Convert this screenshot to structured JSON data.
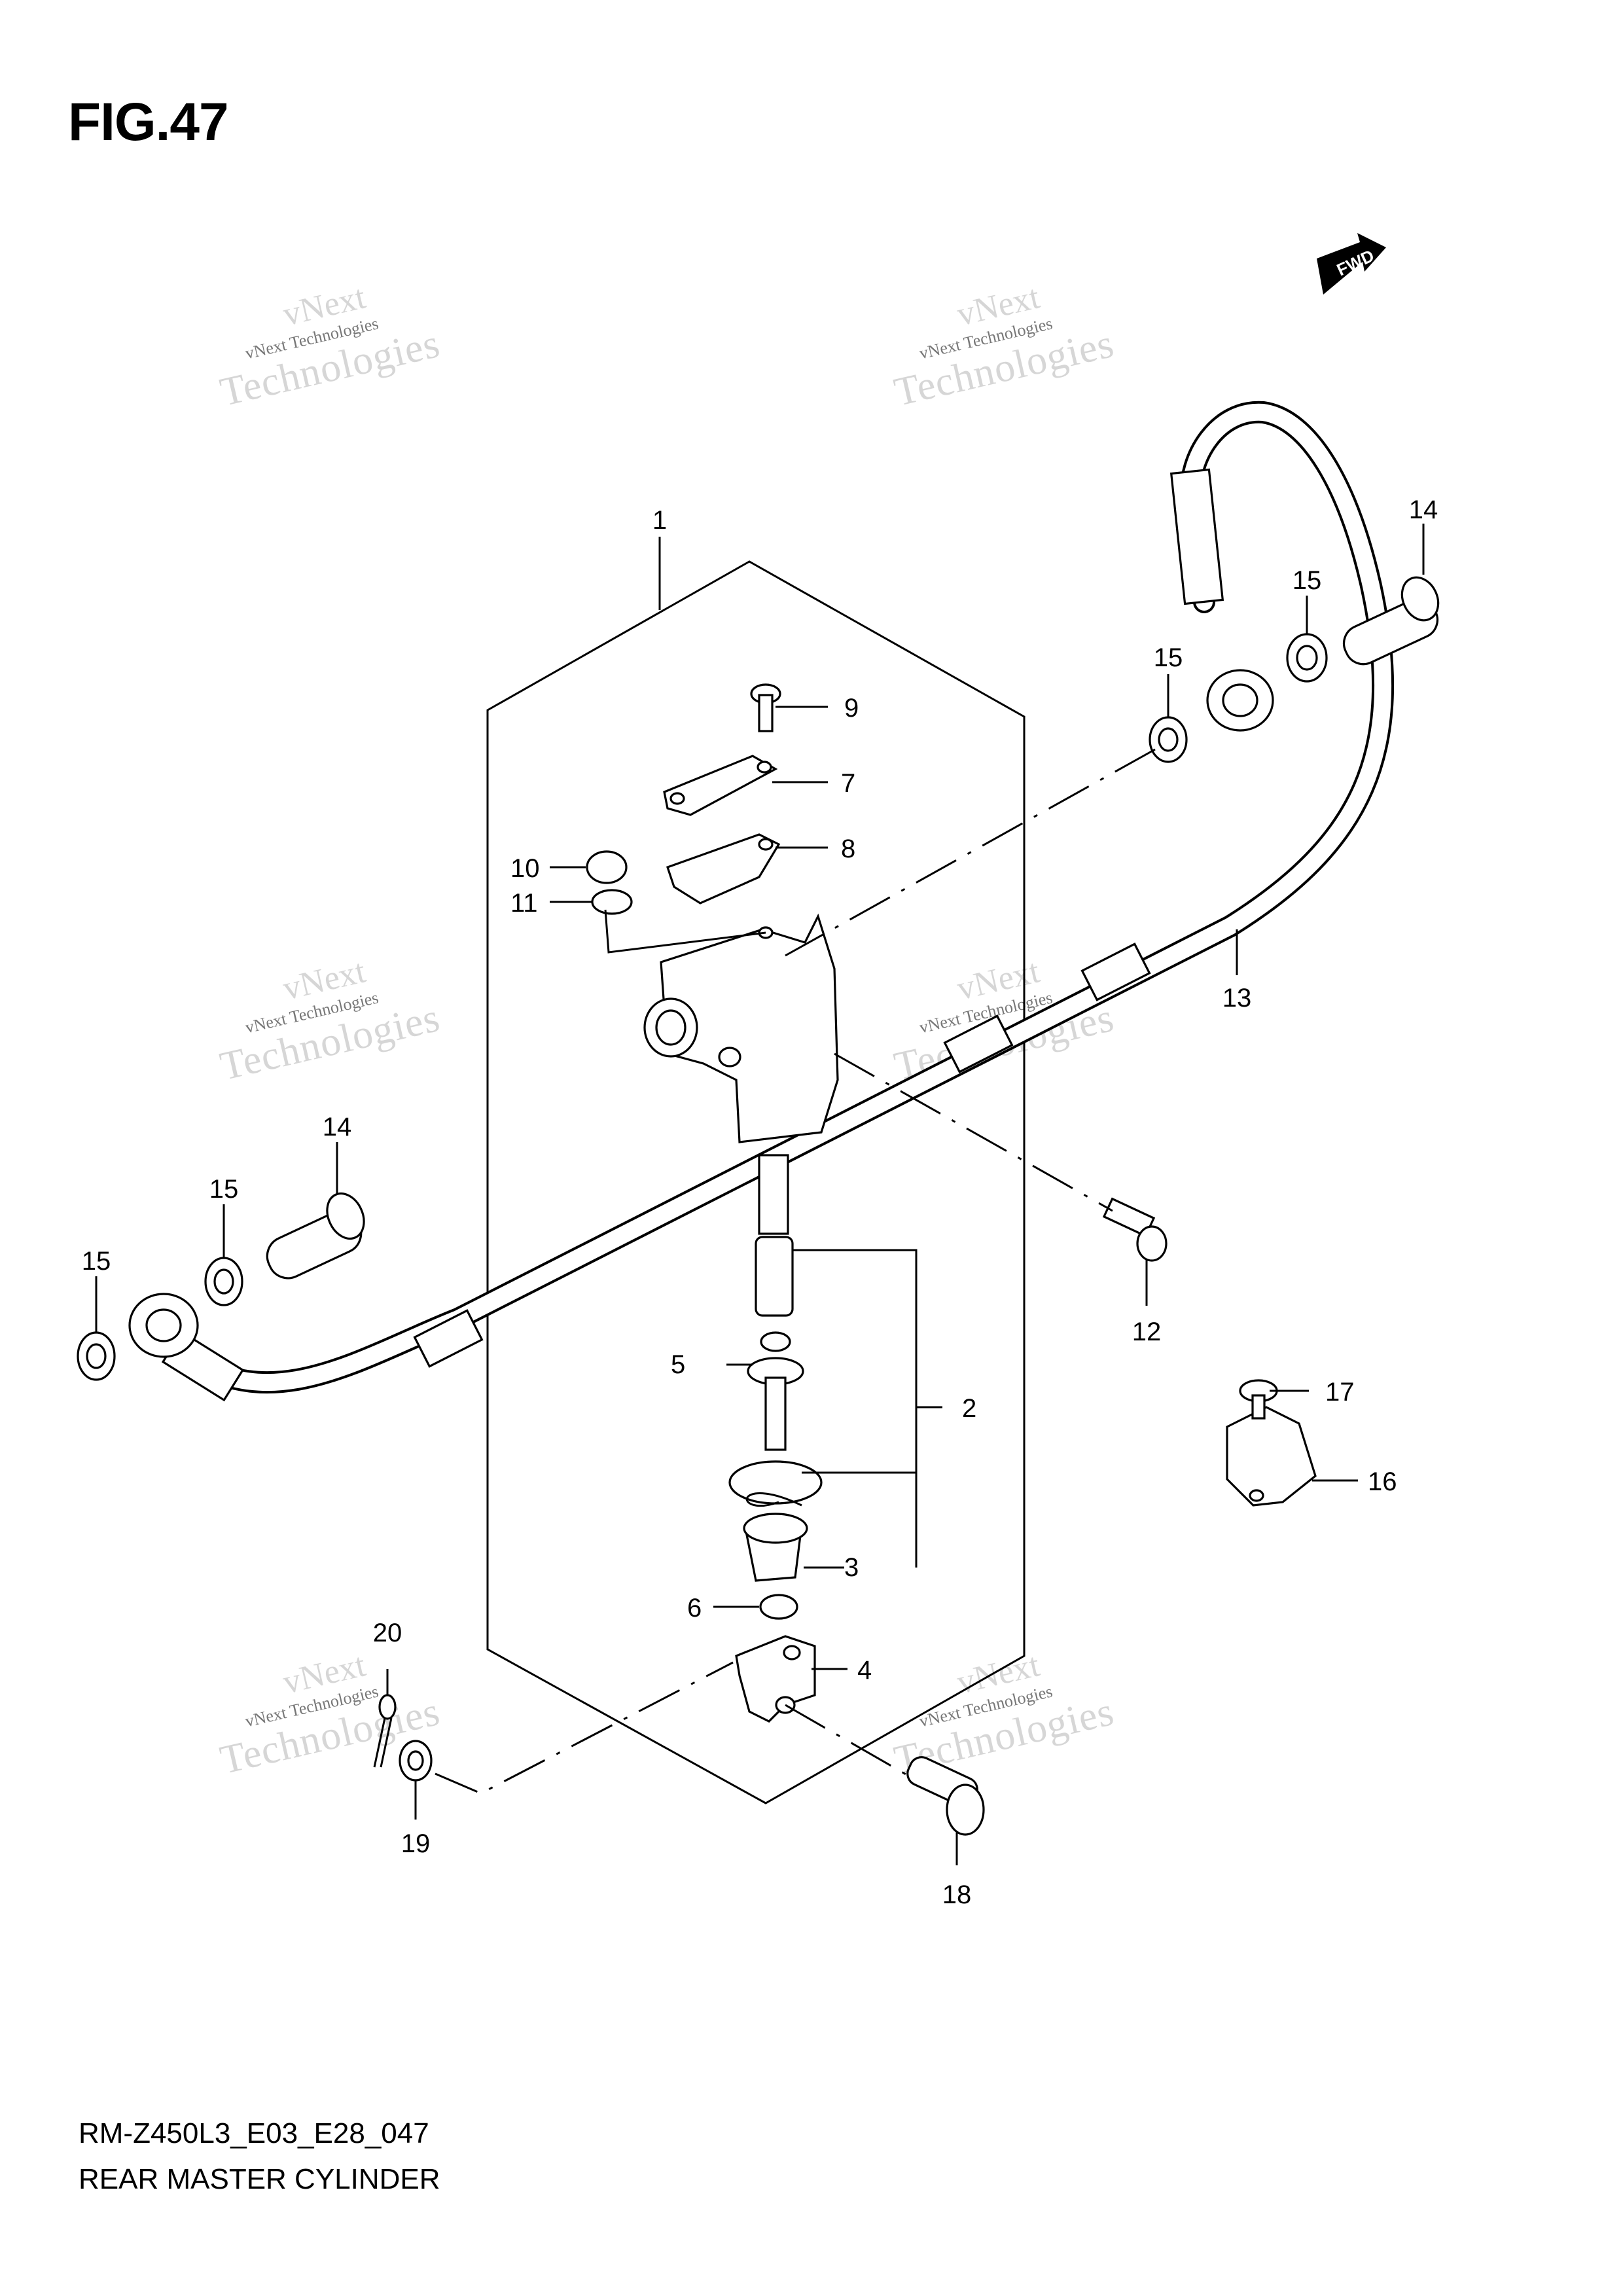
{
  "figure": {
    "title": "FIG.47"
  },
  "footer": {
    "code": "RM-Z450L3_E03_E28_047",
    "name": "REAR MASTER CYLINDER"
  },
  "direction_badge": "FWD",
  "watermark": {
    "line1": "vNext",
    "line2": "vNext Technologies",
    "line3": "Technologies"
  },
  "callouts": {
    "c1": "1",
    "c2": "2",
    "c3": "3",
    "c4": "4",
    "c5": "5",
    "c6": "6",
    "c7": "7",
    "c8": "8",
    "c9": "9",
    "c10": "10",
    "c11": "11",
    "c12": "12",
    "c13": "13",
    "c14a": "14",
    "c14b": "14",
    "c15a": "15",
    "c15b": "15",
    "c15c": "15",
    "c15d": "15",
    "c16": "16",
    "c17": "17",
    "c18": "18",
    "c19": "19",
    "c20": "20"
  }
}
